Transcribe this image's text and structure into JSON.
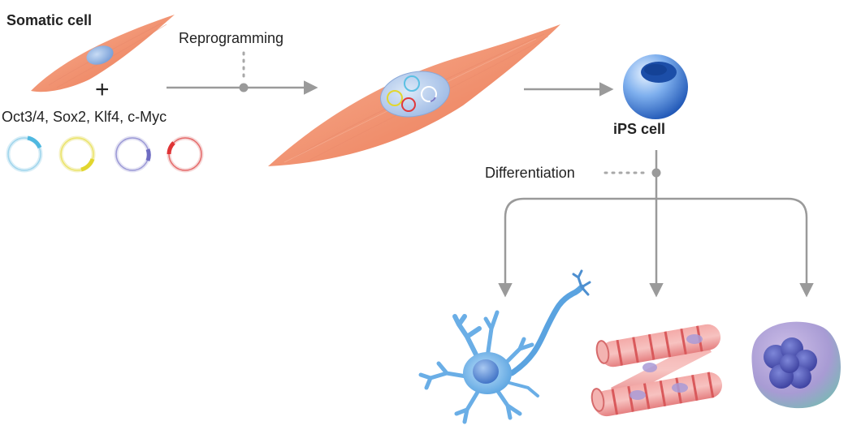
{
  "labels": {
    "somatic_cell": "Somatic cell",
    "plus": "+",
    "factors": "Oct3/4, Sox2, Klf4, c-Myc",
    "reprogramming": "Reprogramming",
    "ips_cell": "iPS cell",
    "differentiation": "Differentiation"
  },
  "colors": {
    "arrow": "#9a9a9a",
    "fibroblast": "#f19a78",
    "nucleus": "#7fa6dc",
    "plasmid_cyan": "#5bc0e3",
    "plasmid_yellow": "#e6dd3a",
    "plasmid_purple": "#7a78c7",
    "plasmid_red": "#e0393c",
    "ips_cell": "#2f6fc9",
    "neuron": "#6aaee6",
    "muscle": "#ea8c8c",
    "blood_cell": "#8a7bc4"
  },
  "icons": {
    "somatic_cell": "fibroblast-icon",
    "transfected_cell": "transfected-fibroblast-icon",
    "ips_cell": "ips-sphere-icon",
    "neuron": "neuron-icon",
    "muscle": "muscle-fiber-icon",
    "blood": "blood-cell-icon"
  }
}
